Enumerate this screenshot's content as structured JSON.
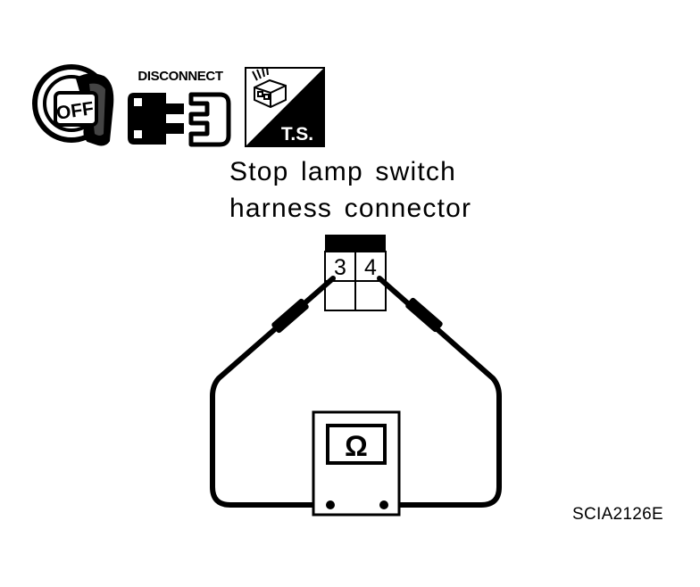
{
  "icons": {
    "ignition": {
      "name": "ignition-key-off-icon",
      "label": "OFF"
    },
    "disconnect": {
      "name": "disconnect-connector-icon",
      "label": "DISCONNECT"
    },
    "terminal_side": {
      "name": "terminal-side-icon",
      "label": "T.S."
    }
  },
  "connector": {
    "title_line1": "Stop lamp switch",
    "title_line2": "harness connector",
    "terminals": [
      "3",
      "4"
    ]
  },
  "meter": {
    "symbol": "Ω",
    "icon": "ohmmeter-icon"
  },
  "figure_id": "SCIA2126E",
  "colors": {
    "ink": "#000000",
    "paper": "#ffffff"
  }
}
